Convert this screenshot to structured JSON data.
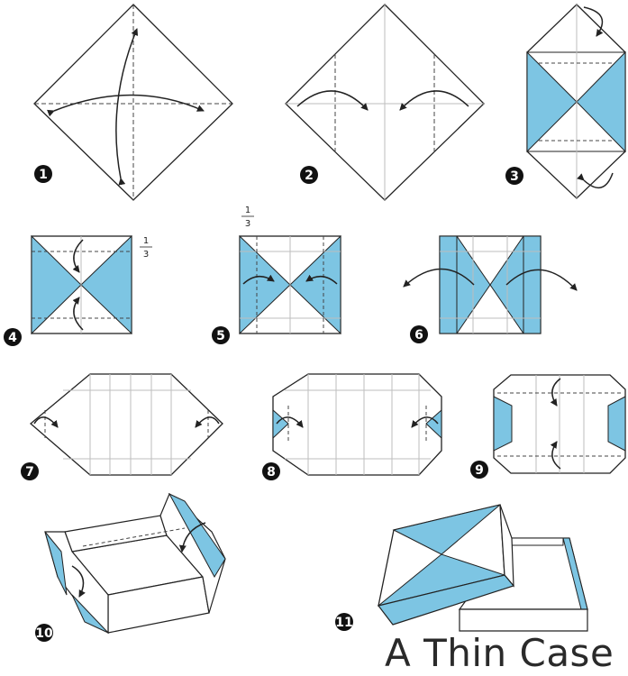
{
  "title": "A Thin Case",
  "colors": {
    "paper": "#ffffff",
    "colored_side": "#7dc5e3",
    "line": "#222222",
    "fold_line": "#bdbdbd",
    "badge": "#111111"
  },
  "steps": [
    "1",
    "2",
    "3",
    "4",
    "5",
    "6",
    "7",
    "8",
    "9",
    "10",
    "11"
  ],
  "fractions": {
    "step4": {
      "numerator": "1",
      "denominator": "3"
    },
    "step5": {
      "numerator": "1",
      "denominator": "3"
    }
  }
}
